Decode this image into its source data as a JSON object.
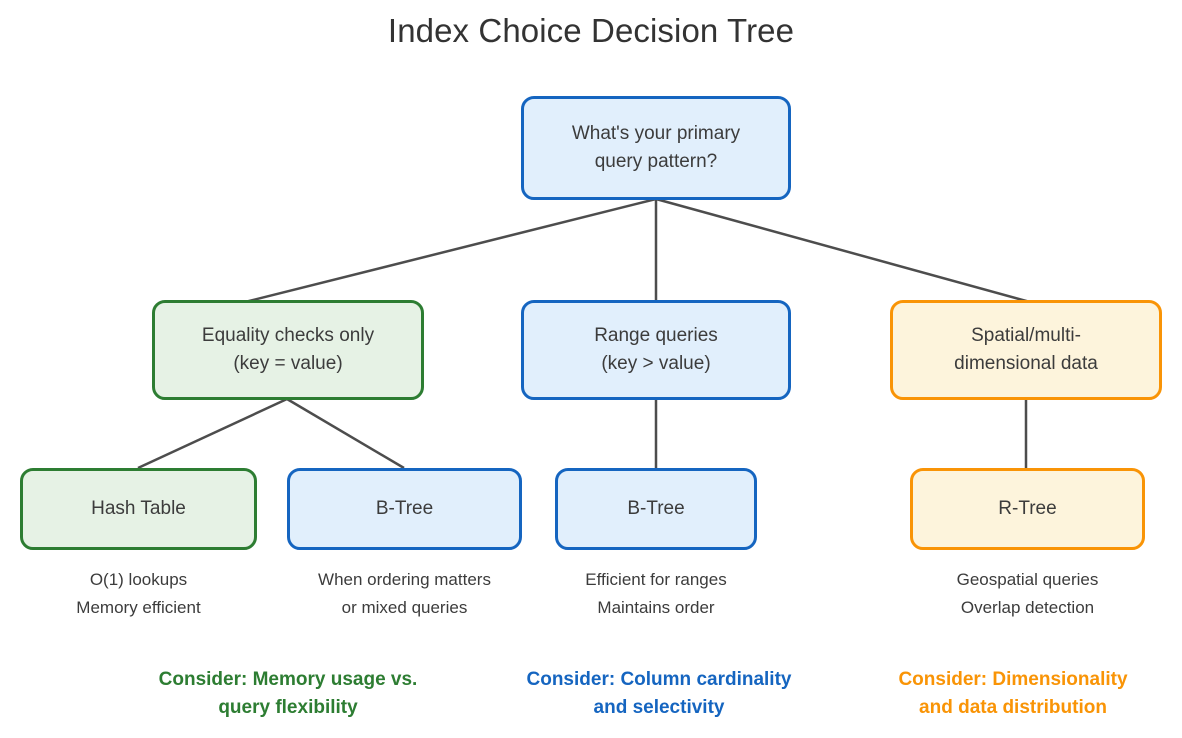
{
  "title": "Index Choice Decision Tree",
  "colors": {
    "blue_border": "#1565c0",
    "blue_fill": "#e1effc",
    "green_border": "#2d7d32",
    "green_fill": "#e6f2e5",
    "orange_border": "#f99406",
    "orange_fill": "#fdf4dc",
    "edge": "#4d4d4d",
    "text": "#3c3c3c"
  },
  "nodes": {
    "root": "What's your primary\nquery pattern?",
    "branch_equality": "Equality checks only\n(key = value)",
    "branch_range": "Range queries\n(key > value)",
    "branch_spatial": "Spatial/multi-\ndimensional data",
    "leaf_hash_table": "Hash Table",
    "leaf_btree_left": "B-Tree",
    "leaf_btree_middle": "B-Tree",
    "leaf_rtree": "R-Tree"
  },
  "captions": {
    "hash_table": "O(1) lookups\nMemory efficient",
    "btree_left": "When ordering matters\nor mixed queries",
    "btree_middle": "Efficient for ranges\nMaintains order",
    "rtree": "Geospatial queries\nOverlap detection"
  },
  "considerations": {
    "equality": "Consider: Memory usage vs.\nquery flexibility",
    "range": "Consider: Column cardinality\nand selectivity",
    "spatial": "Consider: Dimensionality\nand data distribution"
  }
}
